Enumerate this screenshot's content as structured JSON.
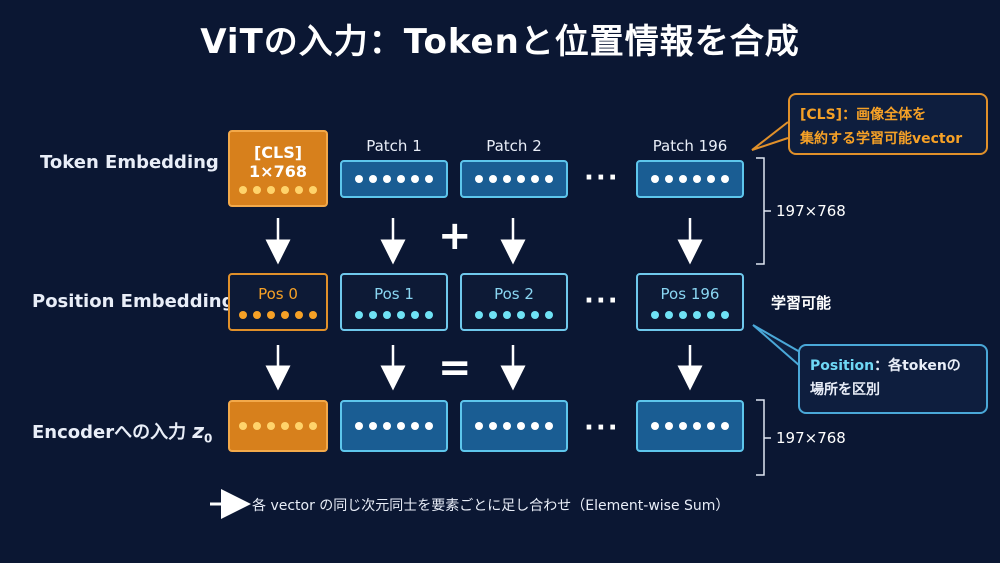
{
  "title": "ViTの入力：Tokenと位置情報を合成",
  "rows": {
    "token": "Token Embedding",
    "position": "Position Embedding",
    "encoder_prefix": "Encoderへの入力 ",
    "encoder_var": "z",
    "encoder_sub": "0"
  },
  "column_headers": [
    "Patch 1",
    "Patch 2",
    "Patch 196"
  ],
  "cls_box": {
    "line1": "[CLS]",
    "line2": "1×768"
  },
  "pos_labels": [
    "Pos 0",
    "Pos 1",
    "Pos 2",
    "Pos 196"
  ],
  "ellipsis": "···",
  "operators": {
    "plus": "+",
    "equals": "="
  },
  "dimension_labels": {
    "top": "197×768",
    "bottom": "197×768"
  },
  "learnable_label": "学習可能",
  "callout_cls": {
    "highlight": "[CLS]",
    "line1_rest": "：画像全体を",
    "line2": "集約する学習可能vector"
  },
  "callout_position": {
    "highlight": "Position",
    "line1_rest": "：各tokenの",
    "line2": "場所を区別"
  },
  "footer": "各 vector の同じ次元同士を要素ごとに足し合わせ（Element-wise Sum）",
  "colors": {
    "background": "#0b1733",
    "orange": "#d7801c",
    "blue": "#1a5d93",
    "cyan": "#6fc8ec",
    "accent_text": "#f6a126"
  }
}
